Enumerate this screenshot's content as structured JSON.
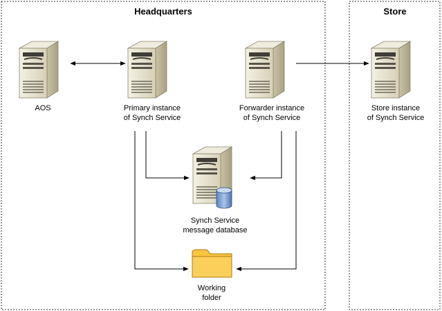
{
  "regions": {
    "headquarters": "Headquarters",
    "store": "Store"
  },
  "nodes": {
    "aos": {
      "label": "AOS",
      "icon": "server-icon"
    },
    "primary": {
      "line1": "Primary instance",
      "line2": "of Synch Service",
      "icon": "server-icon"
    },
    "forwarder": {
      "line1": "Forwarder instance",
      "line2": "of Synch Service",
      "icon": "server-icon"
    },
    "store_instance": {
      "line1": "Store instance",
      "line2": "of Synch Service",
      "icon": "server-icon"
    },
    "database": {
      "line1": "Synch Service",
      "line2": "message database",
      "icon": "database-server-icon"
    },
    "folder": {
      "line1": "Working",
      "line2": "folder",
      "icon": "folder-icon"
    }
  },
  "colors": {
    "server_body": "#e9e5d4",
    "folder": "#f9c440",
    "database": "#7fa3d6",
    "region_border": "#333333"
  }
}
